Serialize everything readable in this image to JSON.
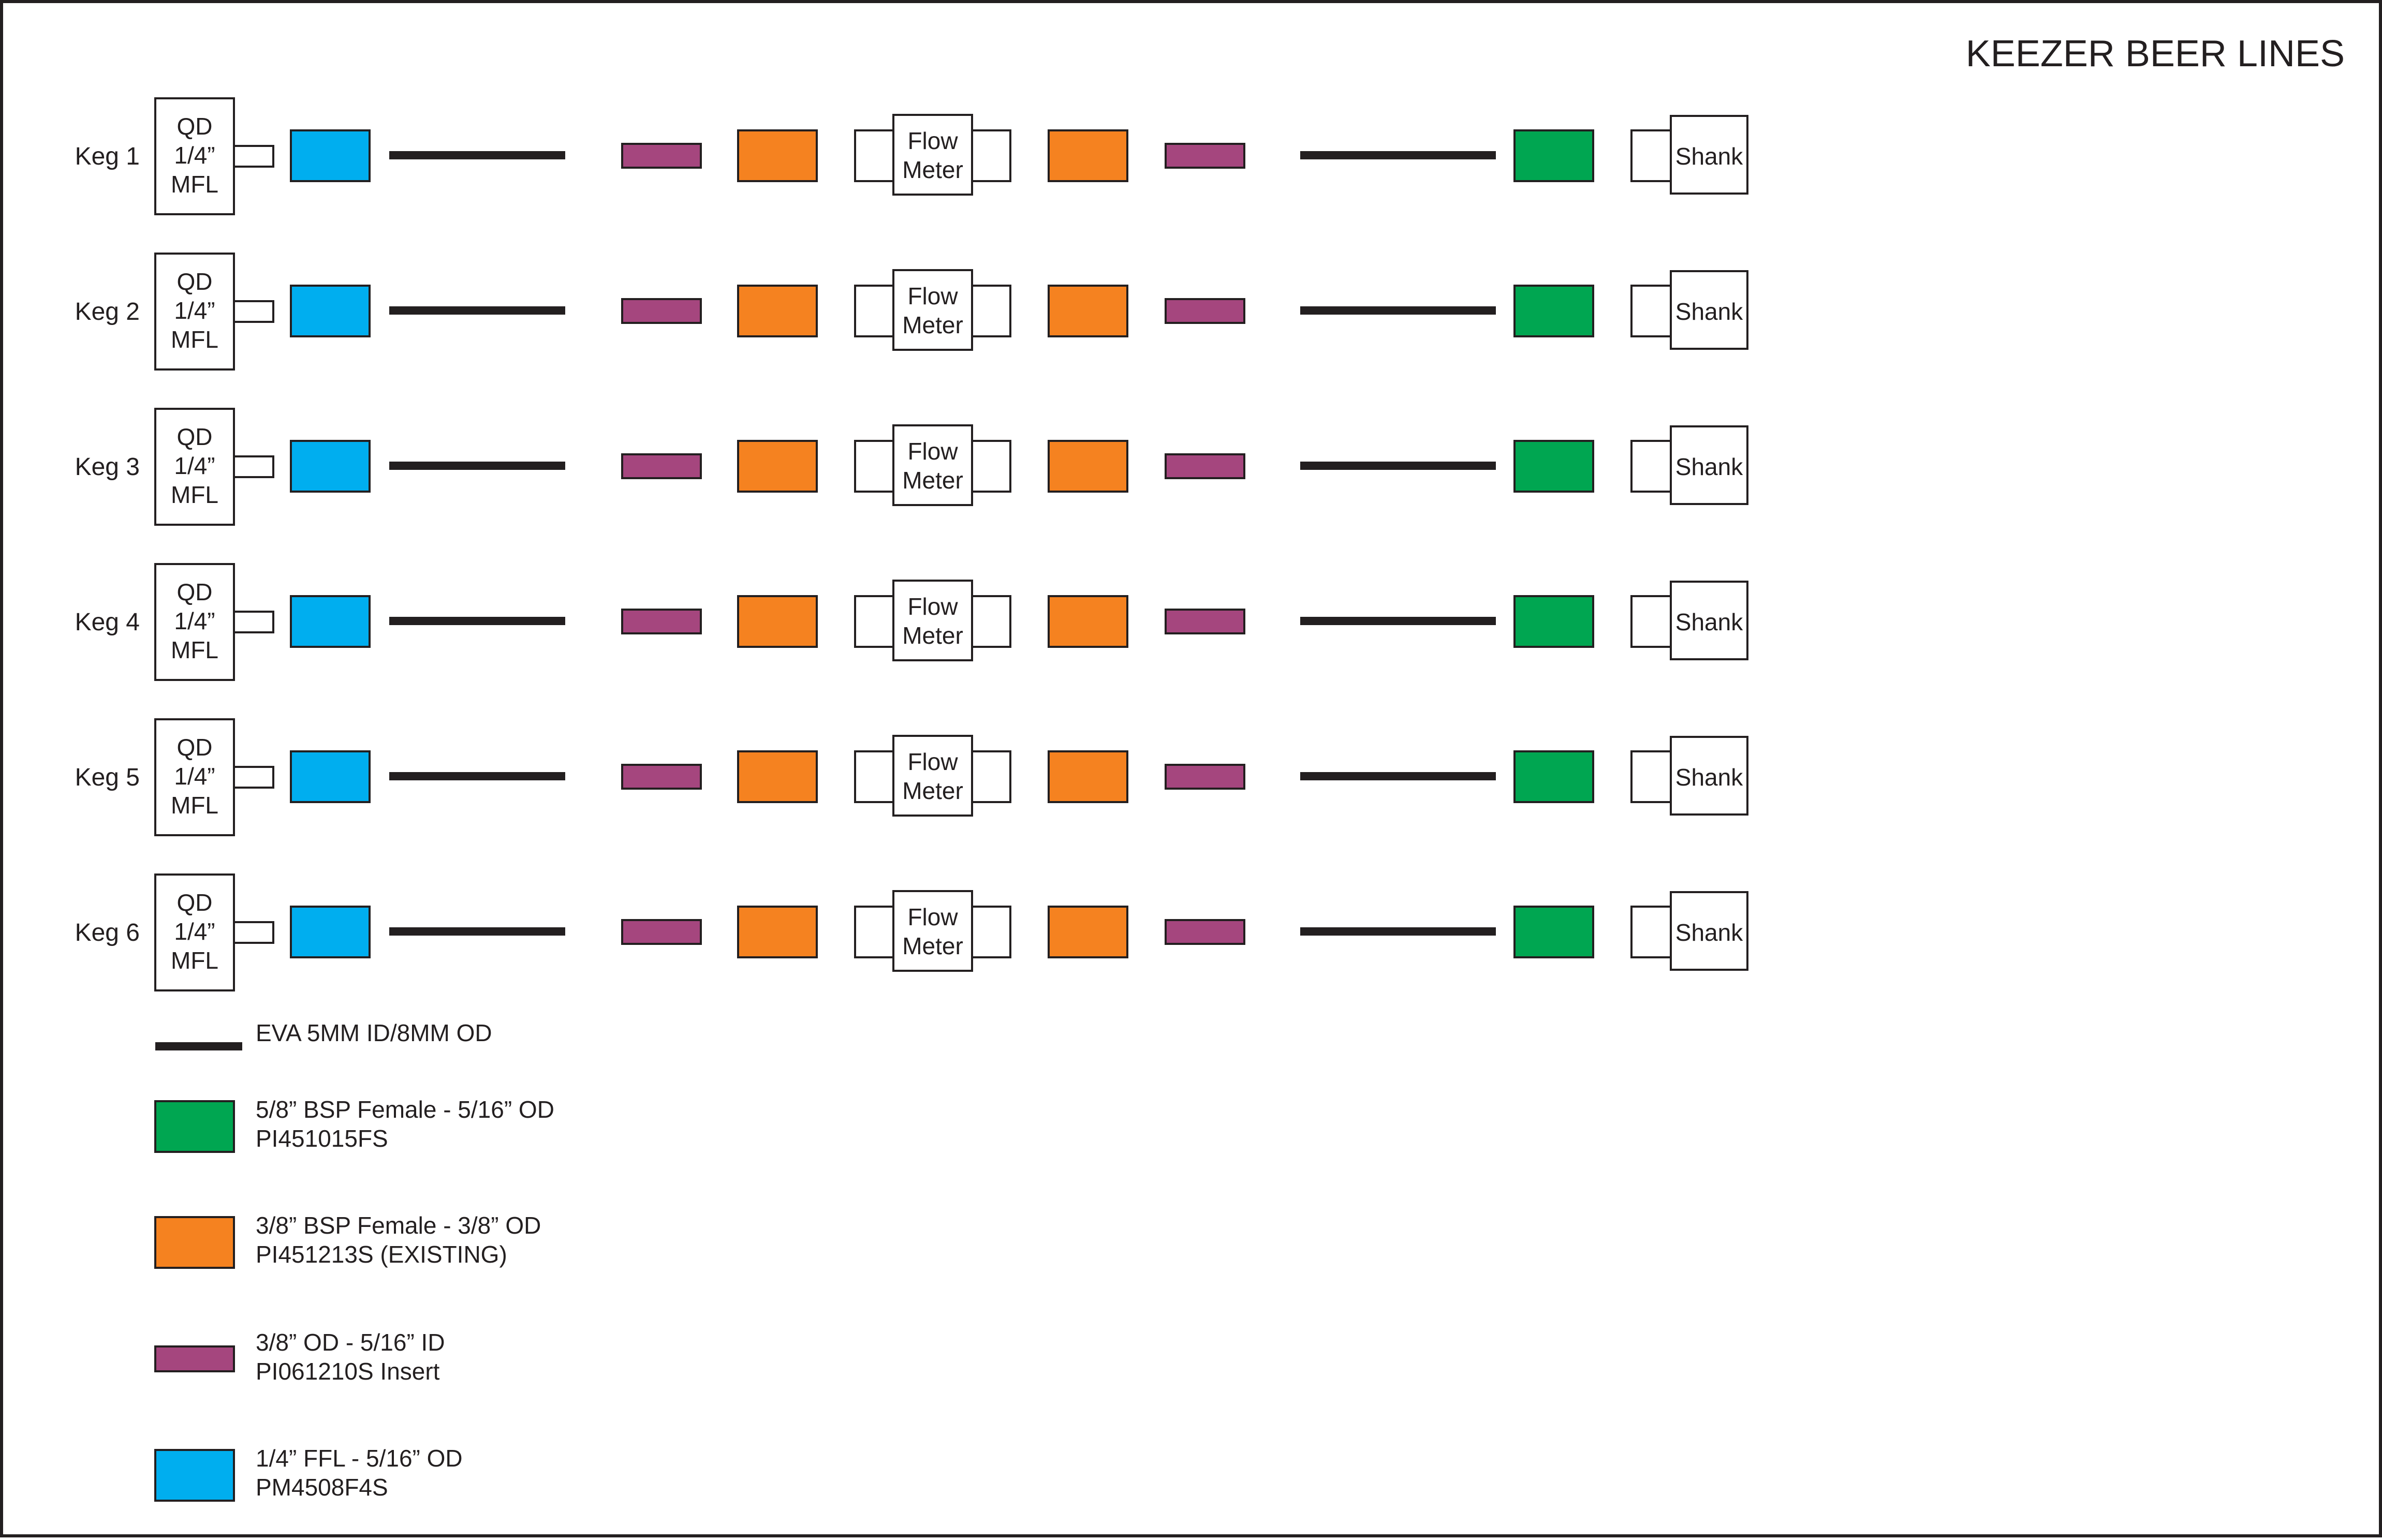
{
  "title": "KEEZER BEER LINES",
  "colors": {
    "blue": "#00AEEF",
    "purple": "#A5467E",
    "orange": "#F58220",
    "green": "#00A651",
    "line": "#231F20",
    "stroke": "#231F20",
    "white": "#FFFFFF"
  },
  "kegs": [
    "Keg 1",
    "Keg 2",
    "Keg 3",
    "Keg 4",
    "Keg 5",
    "Keg 6"
  ],
  "qd_box": {
    "line1": "QD",
    "line2": "1/4”",
    "line3": "MFL"
  },
  "flow_meter": {
    "line1": "Flow",
    "line2": "Meter"
  },
  "shank": {
    "label": "Shank"
  },
  "legend": [
    {
      "swatch": "line",
      "lines": [
        "EVA 5MM ID/8MM OD"
      ]
    },
    {
      "swatch": "green",
      "lines": [
        "5/8” BSP Female - 5/16” OD",
        "PI451015FS"
      ]
    },
    {
      "swatch": "orange",
      "lines": [
        "3/8” BSP Female - 3/8” OD",
        "PI451213S  (EXISTING)"
      ]
    },
    {
      "swatch": "purple",
      "lines": [
        "3/8” OD - 5/16” ID",
        "PI061210S Insert"
      ]
    },
    {
      "swatch": "blue",
      "lines": [
        "1/4” FFL - 5/16” OD",
        "PM4508F4S"
      ]
    }
  ]
}
